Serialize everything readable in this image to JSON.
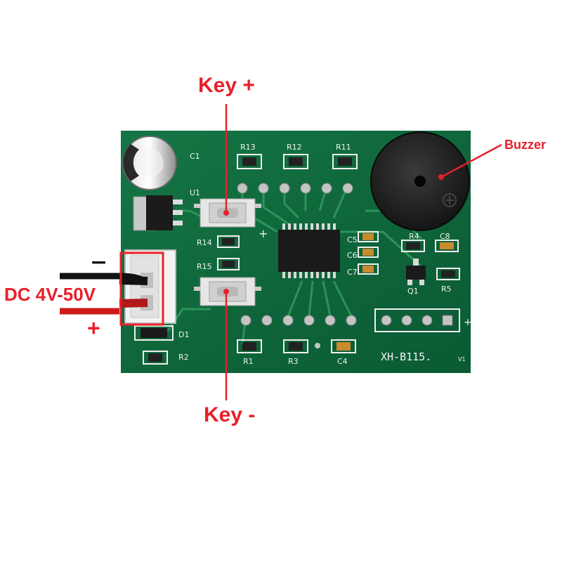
{
  "callouts": {
    "key_plus": "Key +",
    "key_minus": "Key -",
    "buzzer": "Buzzer",
    "power": "DC 4V-50V",
    "minus_sign": "−",
    "plus_sign": "+"
  },
  "silkscreen": {
    "r13": "R13",
    "r12": "R12",
    "r11": "R11",
    "c1": "C1",
    "u1": "U1",
    "r14": "R14",
    "r15": "R15",
    "c5": "C5",
    "c6": "C6",
    "c7": "C7",
    "r4": "R4",
    "c8": "C8",
    "q1": "Q1",
    "r5": "R5",
    "d1": "D1",
    "r2": "R2",
    "r1": "R1",
    "r3": "R3",
    "c4": "C4",
    "model": "XH-B115.",
    "version": "V1",
    "header_plus": "+",
    "u1_plus": "+",
    "u1_minus": "−"
  },
  "colors": {
    "pcb": "#0e6b3d",
    "trace": "#2f9a5c",
    "callout": "#e8202a",
    "wire_red": "#cc1a1a",
    "wire_black": "#111111"
  }
}
